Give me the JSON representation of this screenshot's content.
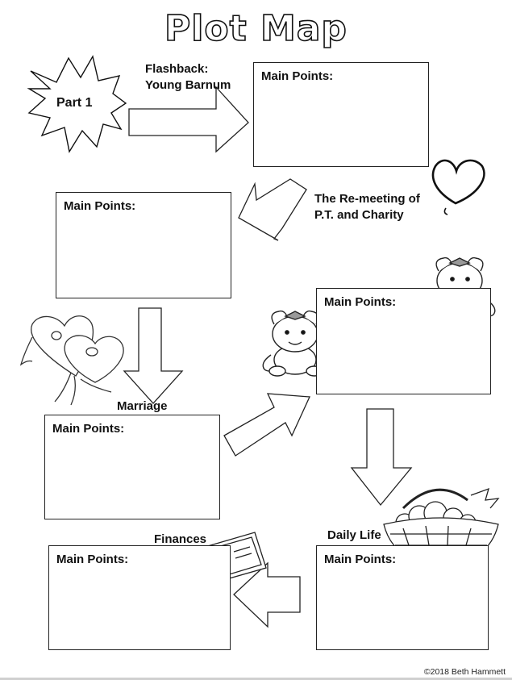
{
  "title": "Plot Map",
  "main_points_label": "Main Points:",
  "burst_label": "Part 1",
  "labels": {
    "flashback_line1": "Flashback:",
    "flashback_line2": "Young Barnum",
    "remeeting_line1": "The Re-meeting of",
    "remeeting_line2": "P.T. and Charity",
    "marriage": "Marriage",
    "daily_life": "Daily Life",
    "finances": "Finances"
  },
  "footer": "©2018 Beth Hammett",
  "icons": [
    "heart-icon",
    "wedding-hearts-icon",
    "baby-icon",
    "baby-icon",
    "fruit-basket-icon",
    "dollar-bill-icon"
  ]
}
